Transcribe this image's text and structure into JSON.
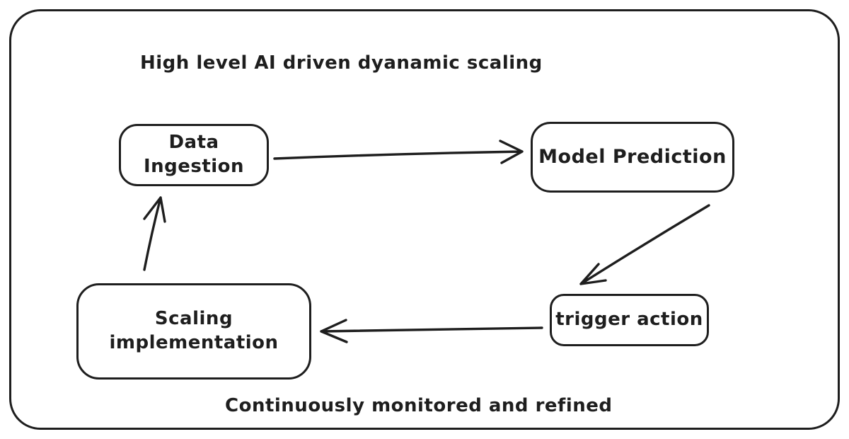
{
  "diagram": {
    "title": "High level AI driven dyanamic scaling",
    "footer": "Continuously monitored and refined",
    "style": {
      "stroke_color": "#1e1e1e",
      "background_color": "#ffffff"
    },
    "nodes": [
      {
        "id": "data-ingestion",
        "label": "Data\nIngestion"
      },
      {
        "id": "model-prediction",
        "label": "Model Prediction"
      },
      {
        "id": "trigger-action",
        "label": "trigger action"
      },
      {
        "id": "scaling-implementation",
        "label": "Scaling implementation"
      }
    ],
    "edges": [
      {
        "from": "data-ingestion",
        "to": "model-prediction",
        "direction": "right"
      },
      {
        "from": "model-prediction",
        "to": "trigger-action",
        "direction": "down-left"
      },
      {
        "from": "trigger-action",
        "to": "scaling-implementation",
        "direction": "left"
      },
      {
        "from": "scaling-implementation",
        "to": "data-ingestion",
        "direction": "up"
      }
    ]
  }
}
